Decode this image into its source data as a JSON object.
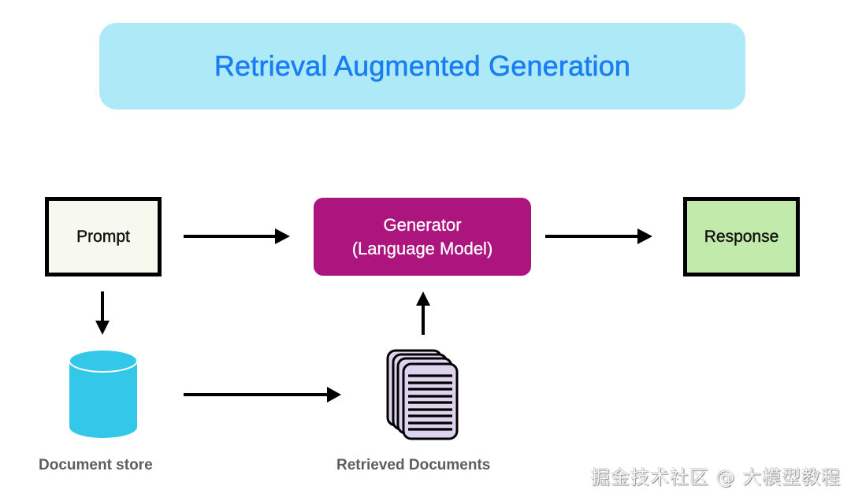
{
  "title": "Retrieval Augmented Generation",
  "nodes": {
    "prompt": "Prompt",
    "generator": {
      "line1": "Generator",
      "line2": "(Language Model)"
    },
    "response": "Response",
    "document_store": "Document store",
    "retrieved_documents": "Retrieved Documents"
  },
  "edges": [
    {
      "from": "Prompt",
      "to": "Generator"
    },
    {
      "from": "Generator",
      "to": "Response"
    },
    {
      "from": "Prompt",
      "to": "Document store"
    },
    {
      "from": "Document store",
      "to": "Retrieved Documents"
    },
    {
      "from": "Retrieved Documents",
      "to": "Generator"
    }
  ],
  "watermark": "掘金技术社区 @ 大模型教程",
  "colors": {
    "title_bg": "#aee9f8",
    "title_text": "#1a7ef0",
    "prompt_bg": "#f7f8ee",
    "generator_bg": "#ac157e",
    "response_bg": "#c2ebab",
    "database": "#33c7ea",
    "documents": "#dcd3ee"
  }
}
